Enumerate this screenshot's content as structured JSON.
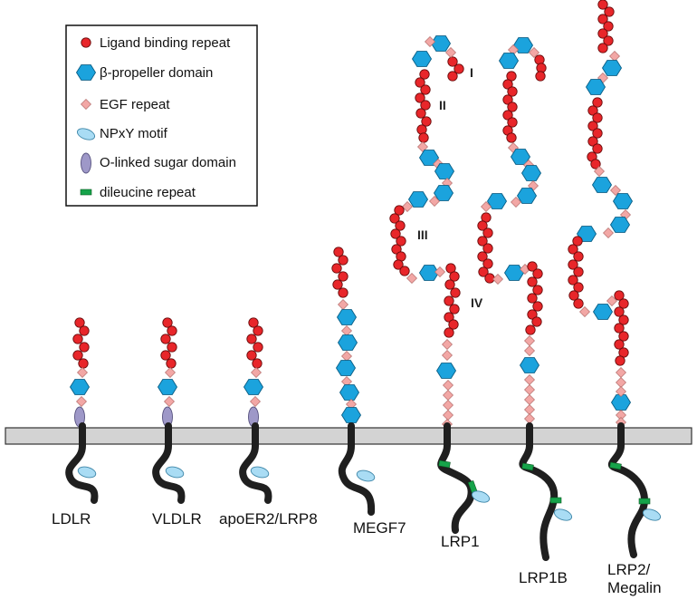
{
  "title": "LDL receptor family domain organization",
  "colors": {
    "ligand": "#e8262a",
    "propeller": "#1ba3dd",
    "egf": "#f2a7a5",
    "npxy": "#a9dcf4",
    "olinked": "#9e98c8",
    "dileucine": "#16a34a",
    "membrane": "#d3d3d3",
    "tail": "#1f1f1f"
  },
  "legend": {
    "items": [
      {
        "key": "ligand",
        "icon": "red-circle-icon",
        "label": "Ligand binding repeat"
      },
      {
        "key": "propeller",
        "icon": "blue-hexagon-icon",
        "label": "β-propeller domain"
      },
      {
        "key": "egf",
        "icon": "pink-diamond-icon",
        "label": "EGF repeat"
      },
      {
        "key": "npxy",
        "icon": "light-blue-ellipse-icon",
        "label": "NPxY motif"
      },
      {
        "key": "olinked",
        "icon": "purple-ellipse-icon",
        "label": "O-linked sugar domain"
      },
      {
        "key": "dileucine",
        "icon": "green-bar-icon",
        "label": "dileucine repeat"
      }
    ]
  },
  "cluster_labels": {
    "i": "I",
    "ii": "II",
    "iii": "III",
    "iv": "IV"
  },
  "receptors": [
    {
      "id": "ldlr",
      "name": "LDLR"
    },
    {
      "id": "vldlr",
      "name": "VLDLR"
    },
    {
      "id": "apoer2",
      "name": "apoER2/LRP8"
    },
    {
      "id": "megf7",
      "name": "MEGF7"
    },
    {
      "id": "lrp1",
      "name": "LRP1"
    },
    {
      "id": "lrp1b",
      "name": "LRP1B"
    },
    {
      "id": "lrp2",
      "name": "LRP2/",
      "name2": "Megalin"
    }
  ]
}
